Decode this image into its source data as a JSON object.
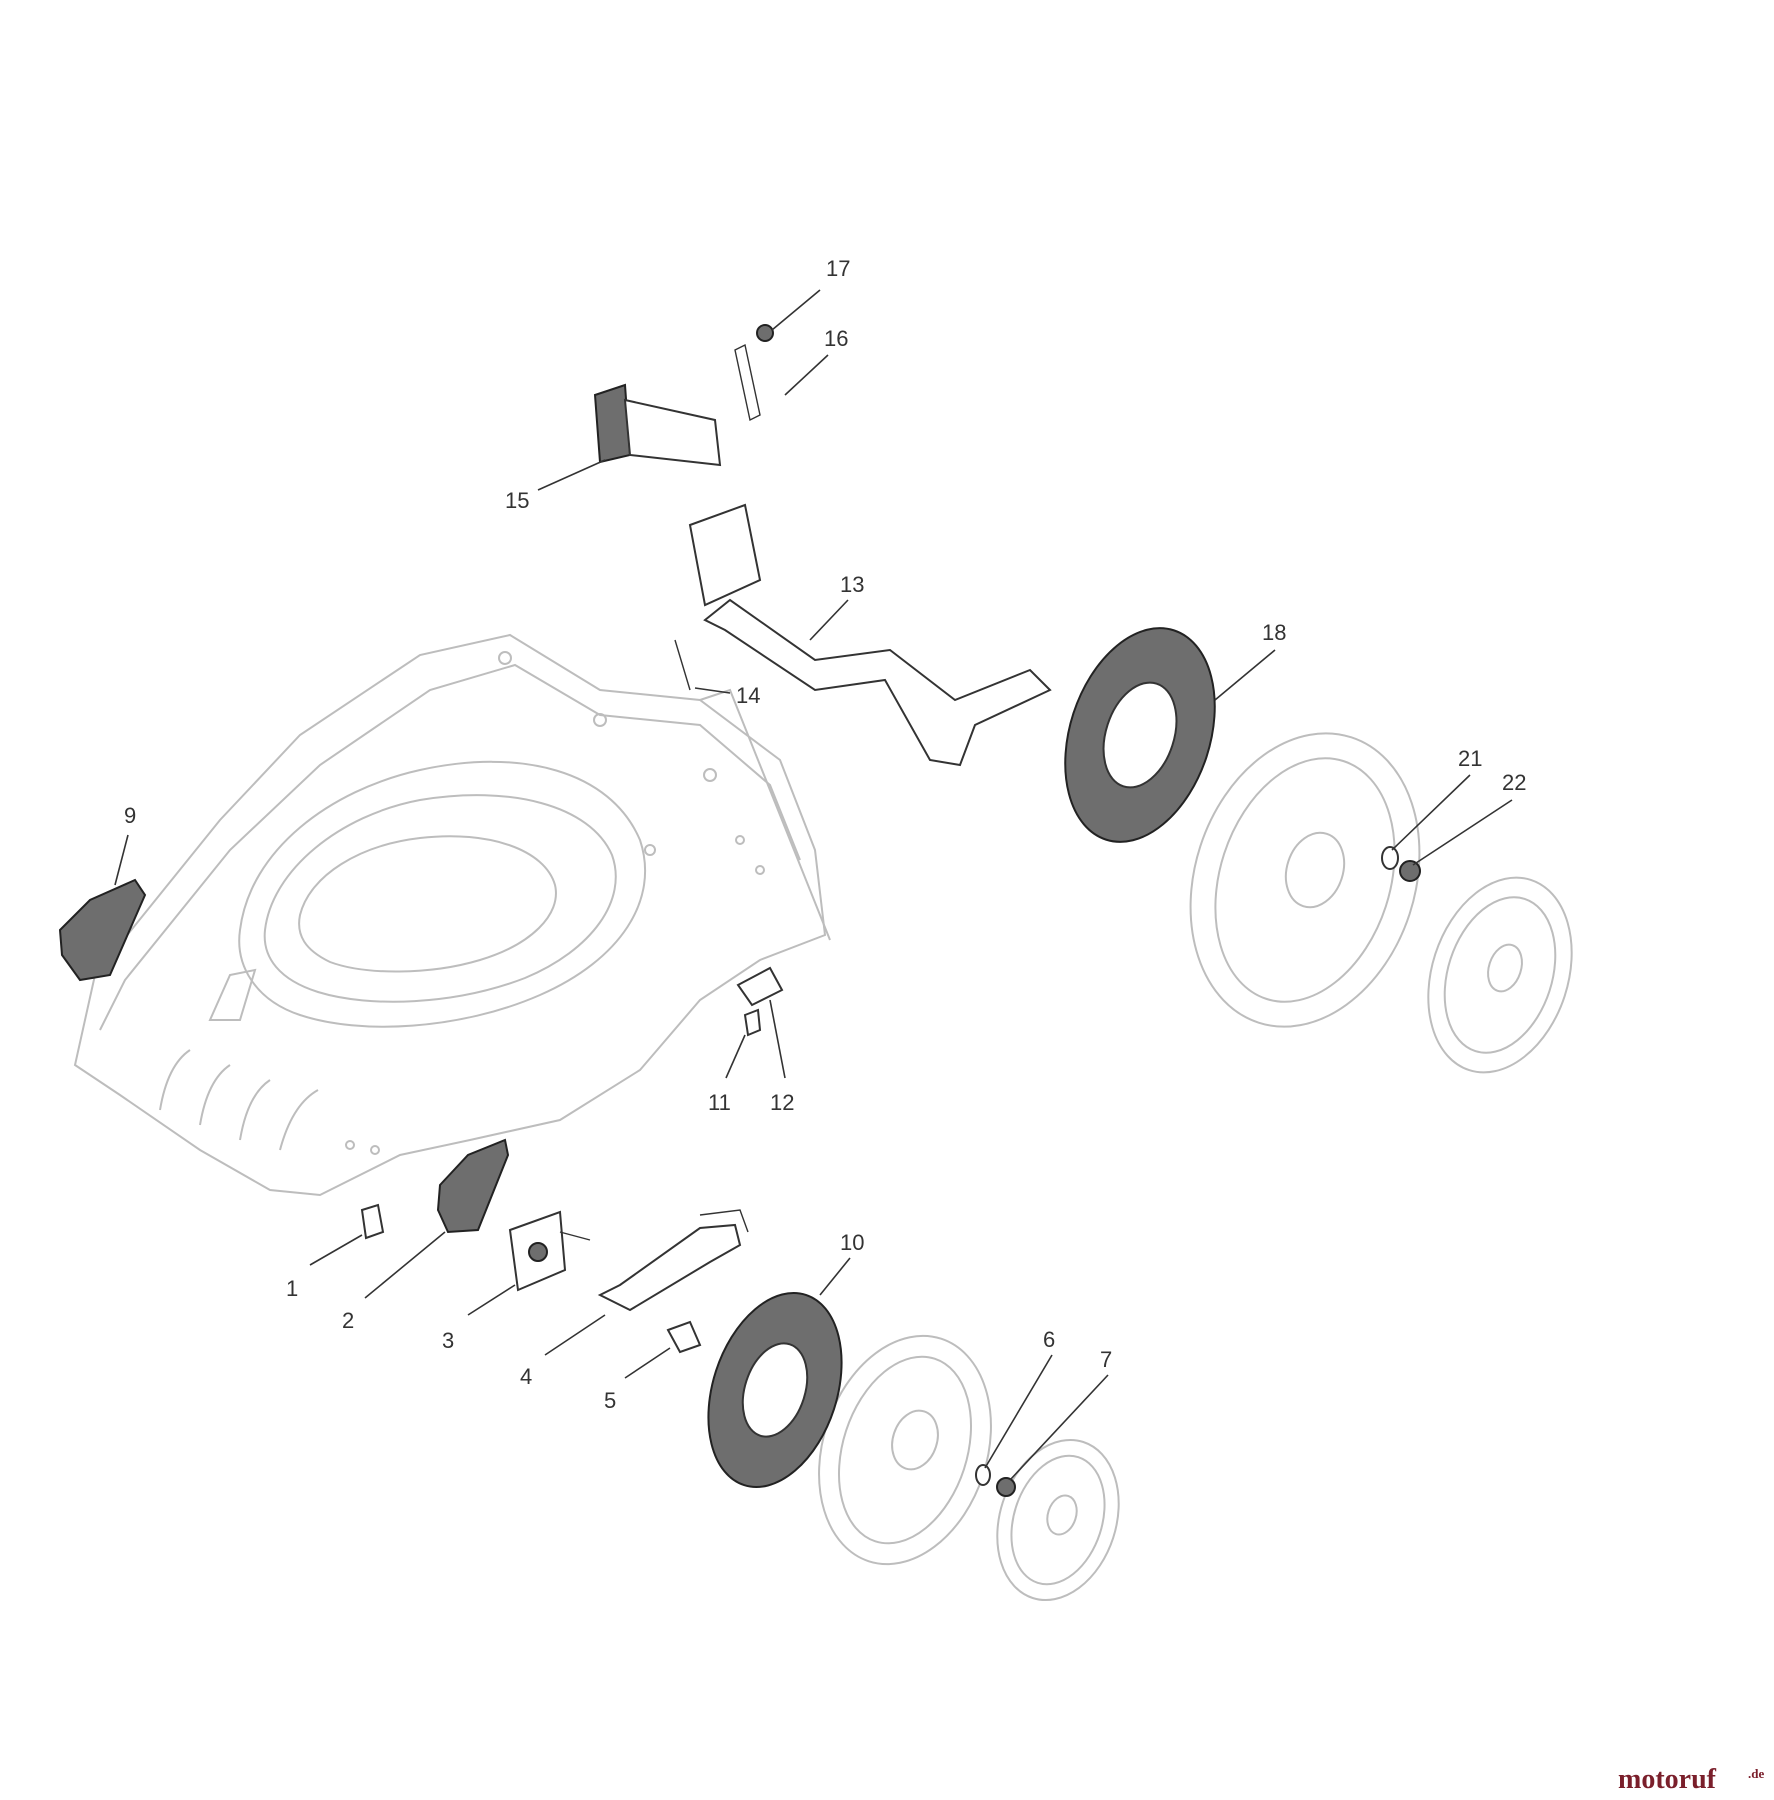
{
  "callouts": [
    {
      "id": "1",
      "label": "1"
    },
    {
      "id": "2",
      "label": "2"
    },
    {
      "id": "3",
      "label": "3"
    },
    {
      "id": "4",
      "label": "4"
    },
    {
      "id": "5",
      "label": "5"
    },
    {
      "id": "6",
      "label": "6"
    },
    {
      "id": "7",
      "label": "7"
    },
    {
      "id": "9",
      "label": "9"
    },
    {
      "id": "10",
      "label": "10"
    },
    {
      "id": "11",
      "label": "11"
    },
    {
      "id": "12",
      "label": "12"
    },
    {
      "id": "13",
      "label": "13"
    },
    {
      "id": "14",
      "label": "14"
    },
    {
      "id": "15",
      "label": "15"
    },
    {
      "id": "16",
      "label": "16"
    },
    {
      "id": "17",
      "label": "17"
    },
    {
      "id": "18",
      "label": "18"
    },
    {
      "id": "21",
      "label": "21"
    },
    {
      "id": "22",
      "label": "22"
    }
  ],
  "watermark": {
    "brand": "motoruf",
    "suffix": ".de"
  }
}
